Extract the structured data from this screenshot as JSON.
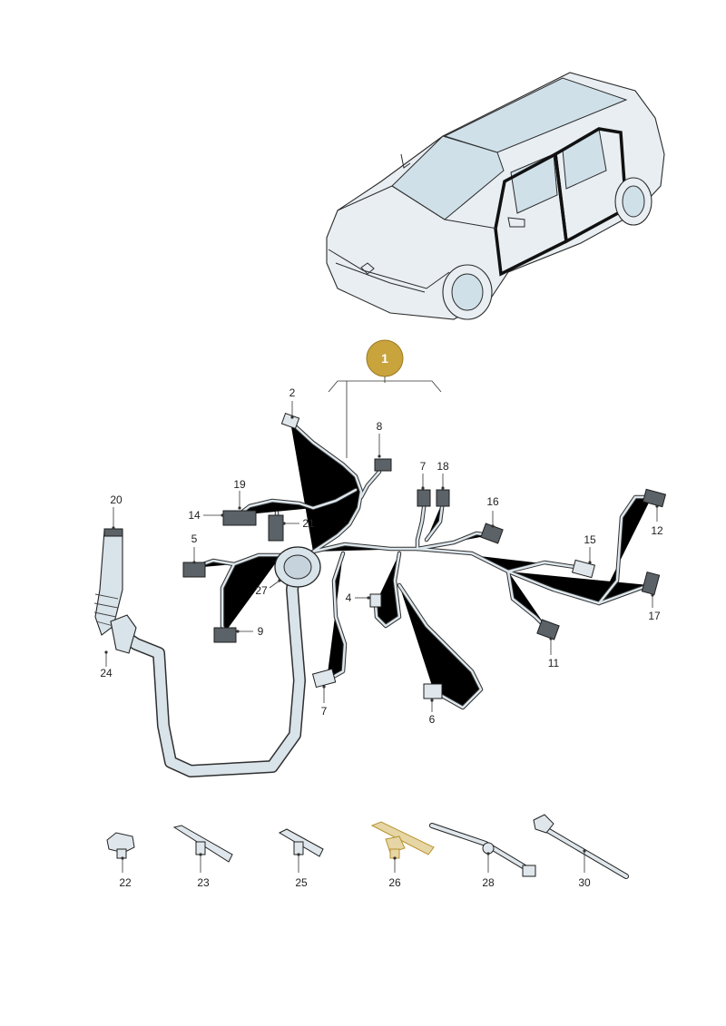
{
  "callout": {
    "number": "1",
    "color": "#c9a33c"
  },
  "colors": {
    "highlight_part": "#b8932f",
    "wire": "#2f2f2f",
    "car_body": "#e8eef2"
  },
  "labels": [
    {
      "id": "l2",
      "text": "2"
    },
    {
      "id": "l8",
      "text": "8"
    },
    {
      "id": "l7a",
      "text": "7"
    },
    {
      "id": "l18",
      "text": "18"
    },
    {
      "id": "l19",
      "text": "19"
    },
    {
      "id": "l14",
      "text": "14"
    },
    {
      "id": "l21",
      "text": "21"
    },
    {
      "id": "l20",
      "text": "20"
    },
    {
      "id": "l16",
      "text": "16"
    },
    {
      "id": "l12",
      "text": "12"
    },
    {
      "id": "l5",
      "text": "5"
    },
    {
      "id": "l15",
      "text": "15"
    },
    {
      "id": "l27",
      "text": "27"
    },
    {
      "id": "l4",
      "text": "4"
    },
    {
      "id": "l9",
      "text": "9"
    },
    {
      "id": "l17",
      "text": "17"
    },
    {
      "id": "l24",
      "text": "24"
    },
    {
      "id": "l11",
      "text": "11"
    },
    {
      "id": "l7b",
      "text": "7"
    },
    {
      "id": "l6",
      "text": "6"
    },
    {
      "id": "l22",
      "text": "22"
    },
    {
      "id": "l23",
      "text": "23"
    },
    {
      "id": "l25",
      "text": "25"
    },
    {
      "id": "l26",
      "text": "26"
    },
    {
      "id": "l28",
      "text": "28"
    },
    {
      "id": "l30",
      "text": "30"
    }
  ]
}
